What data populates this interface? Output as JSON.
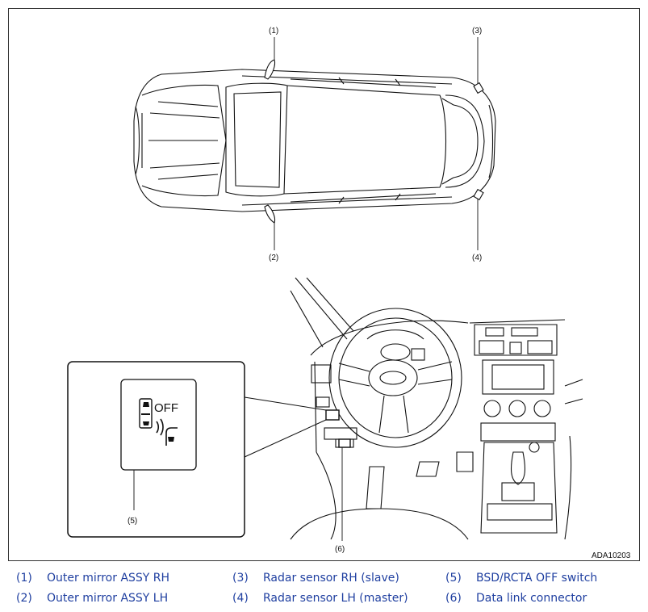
{
  "callouts": [
    "(1)",
    "(2)",
    "(3)",
    "(4)",
    "(5)",
    "(6)"
  ],
  "switch_label": "OFF",
  "figure_code": "ADA10203",
  "legend": [
    {
      "num": "(1)",
      "text": "Outer mirror ASSY RH"
    },
    {
      "num": "(2)",
      "text": "Outer mirror ASSY LH"
    },
    {
      "num": "(3)",
      "text": "Radar sensor RH (slave)"
    },
    {
      "num": "(4)",
      "text": "Radar sensor LH (master)"
    },
    {
      "num": "(5)",
      "text": "BSD/RCTA OFF switch"
    },
    {
      "num": "(6)",
      "text": "Data link connector"
    }
  ],
  "colors": {
    "legend_text": "#1f3fa0",
    "line": "#111111"
  }
}
